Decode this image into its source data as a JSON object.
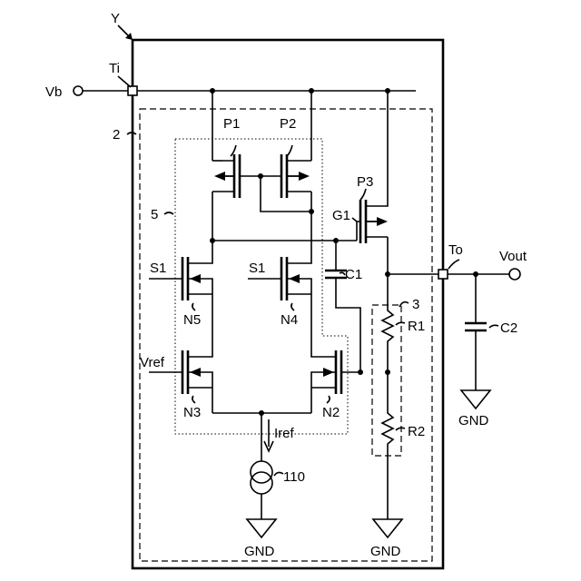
{
  "labels": {
    "Y": "Y",
    "Ti": "Ti",
    "Vb": "Vb",
    "box2": "2",
    "box5": "5",
    "P1": "P1",
    "P2": "P2",
    "P3": "P3",
    "G1": "G1",
    "S1_left": "S1",
    "S1_right": "S1",
    "C1": "C1",
    "N5": "N5",
    "N4": "N4",
    "box3": "3",
    "R1": "R1",
    "Vref": "Vref",
    "N3": "N3",
    "N2": "N2",
    "Iref": "Iref",
    "R2": "R2",
    "src110": "110",
    "GND_left": "GND",
    "GND_right": "GND",
    "To": "To",
    "Vout": "Vout",
    "C2": "C2",
    "C2_gnd": "GND"
  }
}
